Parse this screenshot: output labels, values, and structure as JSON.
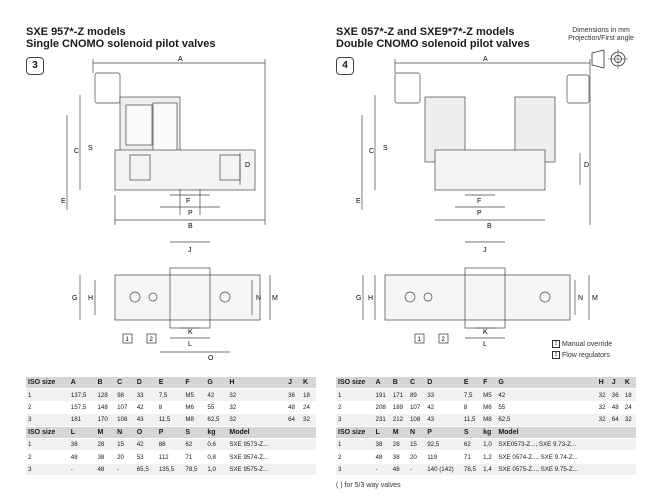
{
  "left": {
    "title1": "SXE 957*-Z models",
    "title2": "Single CNOMO solenoid pilot valves",
    "figure_number": "3"
  },
  "right": {
    "title1": "SXE 057*-Z and SXE9*7*-Z models",
    "title2": "Double CNOMO solenoid pilot valves",
    "figure_number": "4",
    "dims_note1": "Dimensions in mm",
    "dims_note2": "Projection/First angle"
  },
  "diagram_labels": {
    "A": "A",
    "B": "B",
    "C": "C",
    "D": "D",
    "E": "E",
    "F": "F",
    "G": "G",
    "H": "H",
    "J": "J",
    "K": "K",
    "L": "L",
    "M": "M",
    "N": "N",
    "O": "O",
    "P": "P",
    "S": "S",
    "one": "1",
    "two": "2"
  },
  "legend": {
    "item1_num": "1",
    "item1_text": "Manual override",
    "item2_num": "2",
    "item2_text": "Flow regulators"
  },
  "footnote": "( ) for 5/3 way valves",
  "table_left": {
    "header1": [
      "ISO size",
      "A",
      "B",
      "C",
      "D",
      "E",
      "F",
      "G",
      "H",
      "J",
      "K"
    ],
    "rows1": [
      [
        "1",
        "137,5",
        "128",
        "98",
        "33",
        "7,5",
        "M5",
        "42",
        "32",
        "36",
        "18"
      ],
      [
        "2",
        "157,5",
        "148",
        "107",
        "42",
        "8",
        "M6",
        "55",
        "32",
        "48",
        "24"
      ],
      [
        "3",
        "181",
        "170",
        "108",
        "43",
        "11,5",
        "M8",
        "62,5",
        "32",
        "64",
        "32"
      ]
    ],
    "header2": [
      "ISO size",
      "L",
      "M",
      "N",
      "O",
      "P",
      "S",
      "kg",
      "Model",
      "",
      ""
    ],
    "rows2": [
      [
        "1",
        "38",
        "28",
        "15",
        "42",
        "88",
        "62",
        "0,6",
        "SXE 9573-Z...",
        "",
        ""
      ],
      [
        "2",
        "48",
        "38",
        "20",
        "53",
        "112",
        "71",
        "0,8",
        "SXE 9574-Z...",
        "",
        ""
      ],
      [
        "3",
        "-",
        "48",
        "-",
        "65,5",
        "135,5",
        "78,5",
        "1,0",
        "SXE 9575-Z...",
        "",
        ""
      ]
    ]
  },
  "table_right": {
    "header1": [
      "ISO size",
      "A",
      "B",
      "C",
      "D",
      "E",
      "F",
      "G",
      "H",
      "J",
      "K"
    ],
    "rows1": [
      [
        "1",
        "191",
        "171",
        "89",
        "33",
        "7,5",
        "M5",
        "42",
        "32",
        "36",
        "18"
      ],
      [
        "2",
        "208",
        "189",
        "107",
        "42",
        "8",
        "M6",
        "55",
        "32",
        "48",
        "24"
      ],
      [
        "3",
        "231",
        "212",
        "108",
        "43",
        "11,5",
        "M8",
        "62,5",
        "32",
        "64",
        "32"
      ]
    ],
    "header2": [
      "ISO size",
      "L",
      "M",
      "N",
      "P",
      "S",
      "kg",
      "Model",
      "",
      "",
      ""
    ],
    "rows2": [
      [
        "1",
        "38",
        "28",
        "15",
        "92,5",
        "62",
        "1,0",
        "SXE0573-Z..., SXE 9.73-Z...",
        "",
        "",
        ""
      ],
      [
        "2",
        "48",
        "38",
        "20",
        "119",
        "71",
        "1,2",
        "SXE 0574-Z..., SXE 9.74-Z...",
        "",
        "",
        ""
      ],
      [
        "3",
        "-",
        "48",
        "-",
        "140 (142)",
        "78,5",
        "1,4",
        "SXE 0575-Z..., SXE 9.75-Z...",
        "",
        "",
        ""
      ]
    ]
  }
}
